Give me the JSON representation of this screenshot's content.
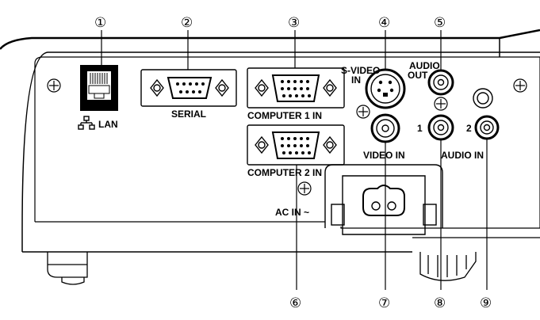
{
  "diagram": {
    "port_labels": {
      "lan": "LAN",
      "serial": "SERIAL",
      "computer1": "COMPUTER 1 IN",
      "computer2": "COMPUTER 2 IN",
      "svideo": "S-VIDEO IN",
      "audio_out": "AUDIO OUT",
      "video_in": "VIDEO IN",
      "audio_in": "AUDIO IN",
      "audio_in_1": "1",
      "audio_in_2": "2",
      "ac_in": "AC IN ~"
    },
    "callouts": [
      "①",
      "②",
      "③",
      "④",
      "⑤",
      "⑥",
      "⑦",
      "⑧",
      "⑨"
    ]
  }
}
